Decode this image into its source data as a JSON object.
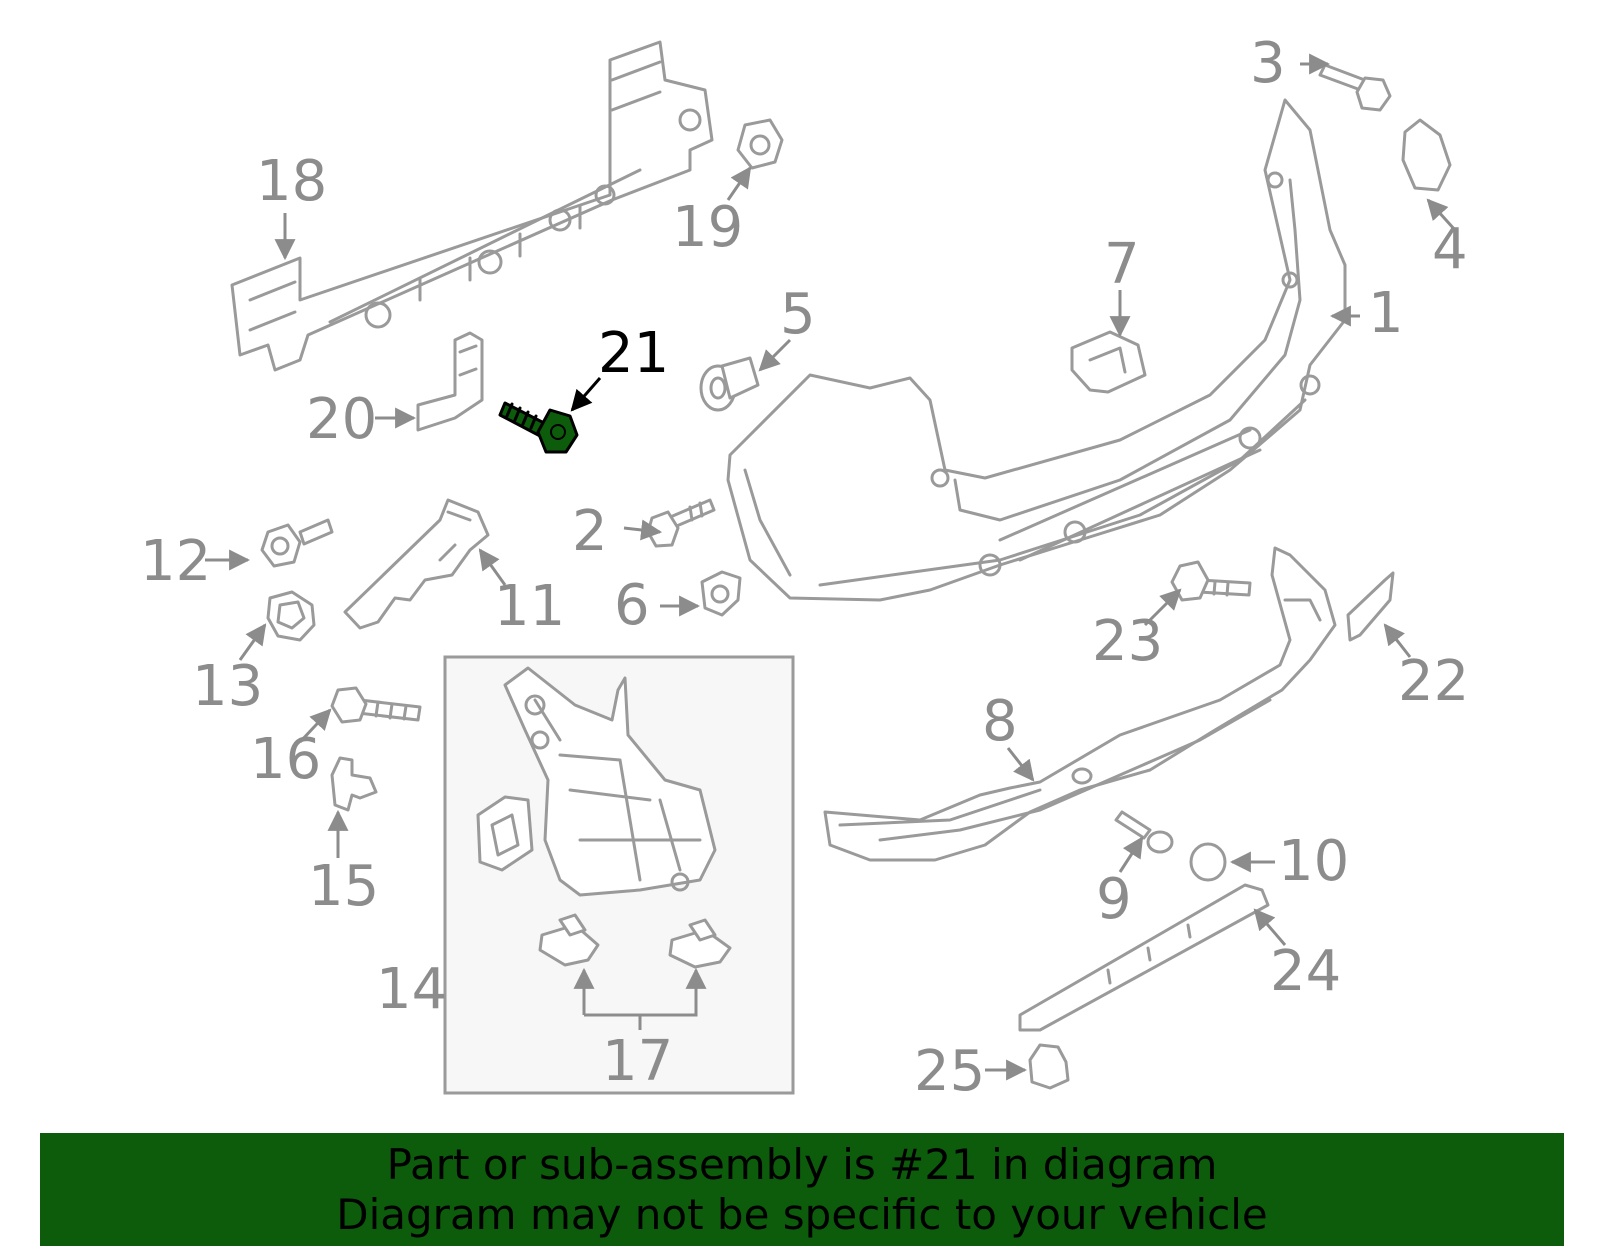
{
  "callouts": {
    "c1": "1",
    "c2": "2",
    "c3": "3",
    "c4": "4",
    "c5": "5",
    "c6": "6",
    "c7": "7",
    "c8": "8",
    "c9": "9",
    "c10": "10",
    "c11": "11",
    "c12": "12",
    "c13": "13",
    "c14": "14",
    "c15": "15",
    "c16": "16",
    "c17": "17",
    "c18": "18",
    "c19": "19",
    "c20": "20",
    "c21": "21",
    "c22": "22",
    "c23": "23",
    "c24": "24",
    "c25": "25"
  },
  "highlighted_part": "21",
  "highlight_color": "#0c5c0c",
  "banner": {
    "line1": "Part or sub-assembly is #21 in diagram",
    "line2": "Diagram may not be specific to your vehicle",
    "background": "#0c5c0c"
  }
}
